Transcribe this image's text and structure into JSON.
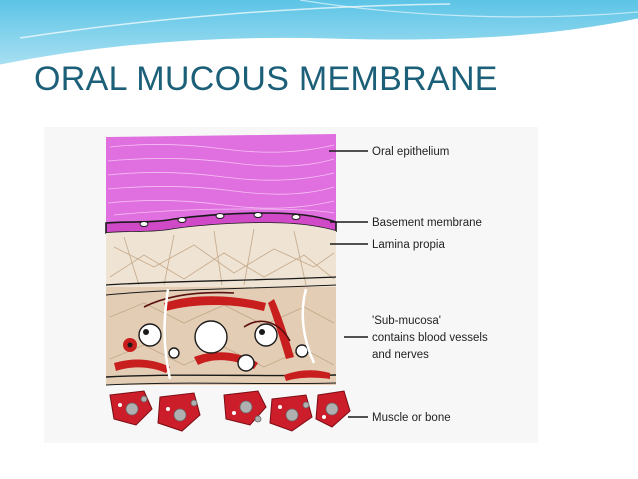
{
  "slide": {
    "title": "ORAL  MUCOUS MEMBRANE"
  },
  "diagram": {
    "labels": [
      "Oral epithelium",
      "Basement membrane",
      "Lamina propia",
      "'Sub-mucosa'",
      "contains blood vessels",
      "and nerves",
      "Muscle or bone"
    ]
  },
  "colors": {
    "title": "#1c5f78",
    "banner": "#5cc4e6",
    "epithelium": "#e070e0",
    "connective_tissue": "#e3cdb4",
    "vessels": "#c81e1e"
  }
}
